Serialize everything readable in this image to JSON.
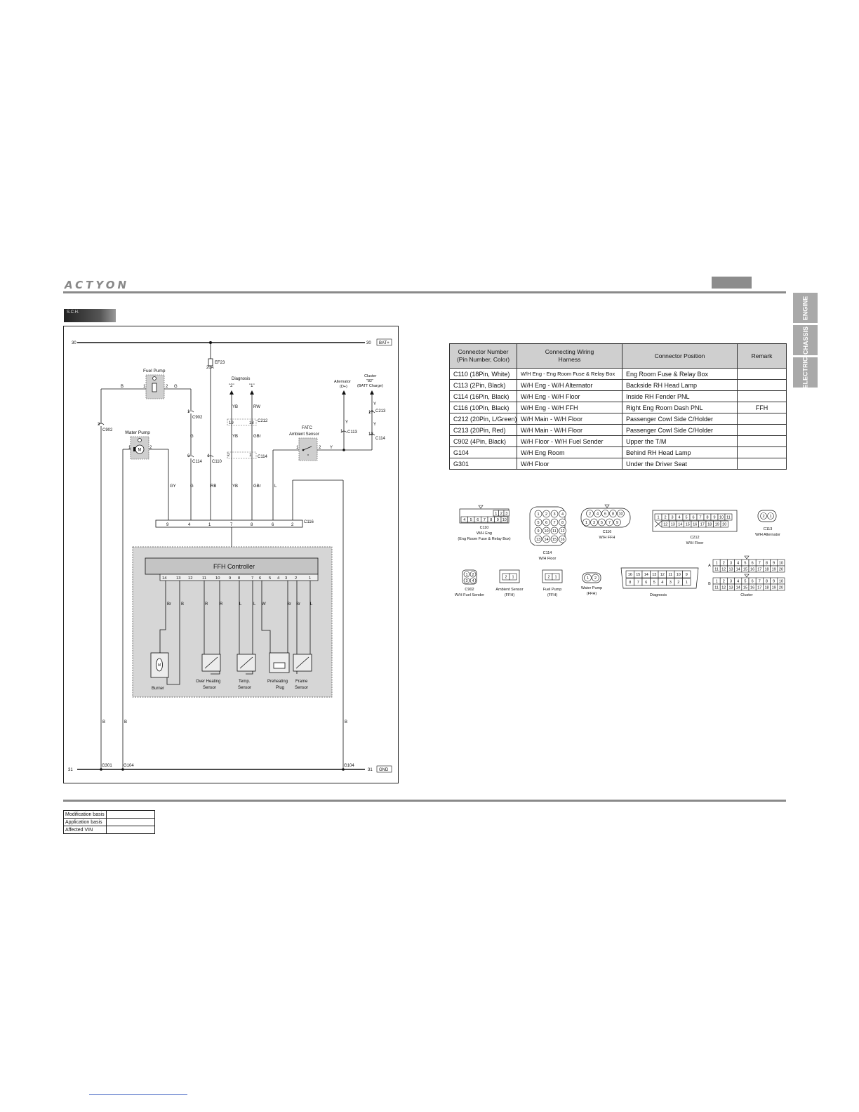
{
  "header": {
    "brand": "ACTYON",
    "section_label": "S.C.H."
  },
  "side_tabs": [
    "ENGINE",
    "CHASSIS",
    "ELECTRIC"
  ],
  "diagram": {
    "rails": {
      "top_left": "30",
      "top_right": "30",
      "top_tag": "BAT+",
      "bottom_left": "31",
      "bottom_right": "31",
      "bottom_tag": "GND"
    },
    "fuse": {
      "id": "EF23",
      "rating": "20A"
    },
    "fuel_pump": {
      "label": "Fuel Pump",
      "pin1": "1",
      "pin2": "2",
      "wire_left": "B",
      "wire_right": "G"
    },
    "water_pump": {
      "label": "Water Pump",
      "pin1": "1",
      "pin2": "2",
      "motor": "M"
    },
    "diagnosis": {
      "label": "Diagnosis",
      "pin_a": "\"2\"",
      "pin_b": "\"1\""
    },
    "alternator": {
      "label": "Alternator",
      "sub": "(D+)"
    },
    "cluster": {
      "label": "Cluster",
      "pin": "\"82\"",
      "sub": "(BATT Charge)"
    },
    "fatc": {
      "line1": "FATC",
      "line2": "Ambient Sensor",
      "pin1": "1",
      "pin2": "2"
    },
    "connectors": {
      "c902": "C902",
      "c110": "C110",
      "c114": "C114",
      "c212": "C212",
      "c113": "C113",
      "c213": "C213",
      "c116": "C116",
      "c114b": "C114",
      "pin_c902_left": "3",
      "pin_c902_mid": "1",
      "pin_c114": "6",
      "pin_c110": "4",
      "pin_c212_a": "19",
      "pin_c212_b": "18",
      "pin_c114_a": "2",
      "pin_c114_b": "1",
      "pin_c113": "1",
      "pin_c213": "17",
      "pin_c114c": "13"
    },
    "wires": {
      "gy": "GY",
      "g1": "G",
      "g2": "G",
      "rb": "RB",
      "yb1": "YB",
      "yb2": "YB",
      "yb3": "YB",
      "rw": "RW",
      "gbr1": "GBr",
      "gbr2": "GBr",
      "l": "L",
      "y1": "Y",
      "y2": "Y",
      "y3": "Y",
      "y4": "Y",
      "b1": "B",
      "b2": "B",
      "b3": "B"
    },
    "c116_pins": [
      "9",
      "4",
      "1",
      "7",
      "8",
      "6",
      "2"
    ],
    "controller": {
      "title": "FFH Controller",
      "pins": [
        "14",
        "13",
        "12",
        "11",
        "10",
        "9",
        "8",
        "7",
        "6",
        "5",
        "4",
        "3",
        "2",
        "1"
      ],
      "wires": [
        "Br",
        "B",
        "R",
        "R",
        "L",
        "L",
        "W",
        "Br",
        "Br",
        "L"
      ]
    },
    "components": {
      "burner": "Burner",
      "overheat_1": "Over Heating",
      "overheat_2": "Sensor",
      "temp_1": "Temp.",
      "temp_2": "Sensor",
      "preheat_1": "Preheating",
      "preheat_2": "Plug",
      "frame_1": "Frame",
      "frame_2": "Sensor"
    },
    "grounds": {
      "g301": "G301",
      "g104a": "G104",
      "g104b": "G104"
    }
  },
  "connector_table": {
    "headers": [
      "Connector Number\n(Pin Number, Color)",
      "Connecting Wiring\nHarness",
      "Connector Position",
      "Remark"
    ],
    "rows": [
      [
        "C110 (18Pin, White)",
        "W/H Eng - Eng Room Fuse & Relay Box",
        "Eng Room Fuse & Relay Box",
        ""
      ],
      [
        "C113 (2Pin, Black)",
        "W/H Eng - W/H Alternator",
        "Backside RH Head Lamp",
        ""
      ],
      [
        "C114 (16Pin, Black)",
        "W/H Eng - W/H Floor",
        "Inside RH Fender PNL",
        ""
      ],
      [
        "C116 (10Pin, Black)",
        "W/H Eng - W/H FFH",
        "Right Eng Room Dash PNL",
        "FFH"
      ],
      [
        "C212 (20Pin, L/Green)",
        "W/H Main - W/H Floor",
        "Passenger Cowl Side C/Holder",
        ""
      ],
      [
        "C213 (20Pin, Red)",
        "W/H Main - W/H Floor",
        "Passenger Cowl Side C/Holder",
        ""
      ],
      [
        "C902 (4Pin, Black)",
        "W/H Floor - W/H Fuel Sender",
        "Upper the T/M",
        ""
      ],
      [
        "G104",
        "W/H Eng Room",
        "Behind RH Head Lamp",
        ""
      ],
      [
        "G301",
        "W/H Floor",
        "Under the Driver Seat",
        ""
      ]
    ]
  },
  "connector_views": {
    "c110": {
      "id": "C110",
      "l1": "W/H Eng",
      "l2": "(Eng Room Fuse & Relay Box)",
      "top": [
        "1",
        "2",
        "3"
      ],
      "bottom": [
        "4",
        "5",
        "6",
        "7",
        "8",
        "9",
        "10"
      ]
    },
    "c114": {
      "id": "C114",
      "l1": "W/H Floor",
      "pins": [
        "1",
        "2",
        "3",
        "4",
        "5",
        "6",
        "7",
        "8",
        "9",
        "10",
        "11",
        "12",
        "13",
        "14",
        "15",
        "16"
      ]
    },
    "c116": {
      "id": "C116",
      "l1": "W/H FFH",
      "top": [
        "2",
        "4",
        "6",
        "8",
        "10"
      ],
      "bottom": [
        "1",
        "3",
        "5",
        "7",
        "9"
      ]
    },
    "c212": {
      "id": "C212",
      "l1": "W/H Floor",
      "top": [
        "1",
        "2",
        "3",
        "4",
        "5",
        "6",
        "7",
        "8",
        "9",
        "10",
        "11"
      ],
      "bottom": [
        "12",
        "13",
        "14",
        "15",
        "16",
        "17",
        "18",
        "19",
        "20"
      ]
    },
    "c113": {
      "id": "C113",
      "l1": "W/H Alternator",
      "pins": [
        "2",
        "1"
      ]
    },
    "c902": {
      "id": "C902",
      "l1": "W/H Fuel Sender",
      "pins": [
        "1",
        "2",
        "3",
        "4"
      ]
    },
    "ambient": {
      "l1": "Ambient Sensor",
      "l2": "(FFH)",
      "pins": [
        "2",
        "1"
      ]
    },
    "fuel_pump": {
      "l1": "Fuel Pump",
      "l2": "(FFH)",
      "pins": [
        "2",
        "1"
      ]
    },
    "water_pump": {
      "l1": "Water Pump",
      "l2": "(FFH)",
      "pins": [
        "1",
        "2"
      ]
    },
    "diagnosis": {
      "l1": "Diagnosis",
      "top": [
        "16",
        "15",
        "14",
        "13",
        "12",
        "11",
        "10",
        "9"
      ],
      "bottom": [
        "8",
        "7",
        "6",
        "5",
        "4",
        "3",
        "2",
        "1"
      ]
    },
    "cluster": {
      "l1": "Cluster",
      "row_a": "A",
      "row_b": "B",
      "top": [
        "1",
        "2",
        "3",
        "4",
        "5",
        "6",
        "7",
        "8",
        "9",
        "10"
      ],
      "bottom": [
        "11",
        "12",
        "13",
        "14",
        "15",
        "16",
        "17",
        "18",
        "19",
        "20"
      ]
    }
  },
  "footer": {
    "rows": [
      "Modification basis",
      "Application basis",
      "Affected VIN"
    ]
  }
}
